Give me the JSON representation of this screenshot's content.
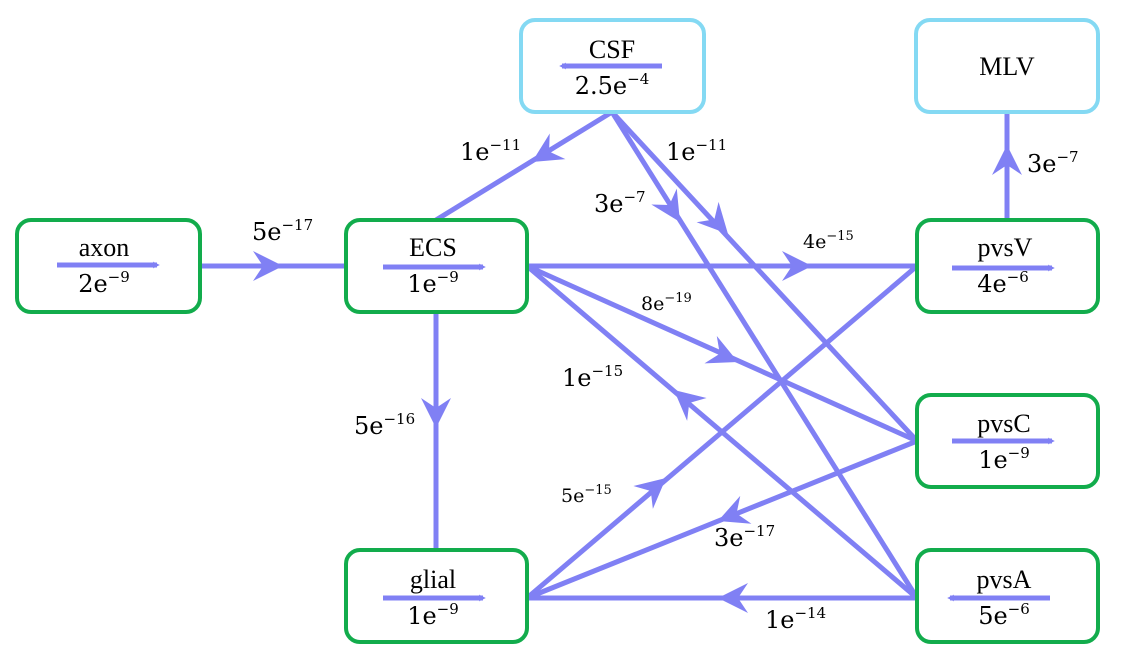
{
  "colors": {
    "edge": "#8080f4",
    "node_border_green": "#12ac4c",
    "node_border_blue": "#84d9f3"
  },
  "nodes": {
    "csf": {
      "label": "CSF",
      "value": {
        "base": "2.5e",
        "exp": "−4"
      },
      "arrow": "left"
    },
    "mlv": {
      "label": "MLV",
      "value": null,
      "arrow": "none"
    },
    "axon": {
      "label": "axon",
      "value": {
        "base": "2e",
        "exp": "−9"
      },
      "arrow": "right"
    },
    "ecs": {
      "label": "ECS",
      "value": {
        "base": "1e",
        "exp": "−9"
      },
      "arrow": "right"
    },
    "pvsv": {
      "label": "pvsV",
      "value": {
        "base": "4e",
        "exp": "−6"
      },
      "arrow": "right"
    },
    "pvsc": {
      "label": "pvsC",
      "value": {
        "base": "1e",
        "exp": "−9"
      },
      "arrow": "right"
    },
    "glial": {
      "label": "glial",
      "value": {
        "base": "1e",
        "exp": "−9"
      },
      "arrow": "right"
    },
    "pvsa": {
      "label": "pvsA",
      "value": {
        "base": "5e",
        "exp": "−6"
      },
      "arrow": "left"
    }
  },
  "edges": {
    "axon_ecs": {
      "from": "axon",
      "to": "ECS",
      "rate": {
        "base": "5e",
        "exp": "−17"
      }
    },
    "ecs_glial": {
      "from": "ECS",
      "to": "glial",
      "rate": {
        "base": "5e",
        "exp": "−16"
      }
    },
    "ecs_pvsv": {
      "from": "ECS",
      "to": "pvsV",
      "rate": {
        "base": "4e",
        "exp": "−15"
      }
    },
    "ecs_pvsc": {
      "from": "ECS",
      "to": "pvsC",
      "rate": {
        "base": "8e",
        "exp": "−19"
      }
    },
    "pvsa_ecs": {
      "from": "pvsA",
      "to": "ECS",
      "rate": {
        "base": "1e",
        "exp": "−15"
      }
    },
    "csf_ecs": {
      "from": "CSF",
      "to": "ECS",
      "rate": {
        "base": "1e",
        "exp": "−11"
      }
    },
    "csf_pvsa": {
      "from": "CSF",
      "to": "pvsA",
      "rate": {
        "base": "3e",
        "exp": "−7"
      }
    },
    "csf_pvsc": {
      "from": "CSF",
      "to": "pvsC",
      "rate": {
        "base": "1e",
        "exp": "−11"
      }
    },
    "pvsv_mlv": {
      "from": "pvsV",
      "to": "MLV",
      "rate": {
        "base": "3e",
        "exp": "−7"
      }
    },
    "glial_pvsv": {
      "from": "glial",
      "to": "pvsV",
      "rate": {
        "base": "5e",
        "exp": "−15"
      }
    },
    "pvsc_glial": {
      "from": "pvsC",
      "to": "glial",
      "rate": {
        "base": "3e",
        "exp": "−17"
      }
    },
    "pvsa_glial": {
      "from": "pvsA",
      "to": "glial",
      "rate": {
        "base": "1e",
        "exp": "−14"
      }
    }
  }
}
